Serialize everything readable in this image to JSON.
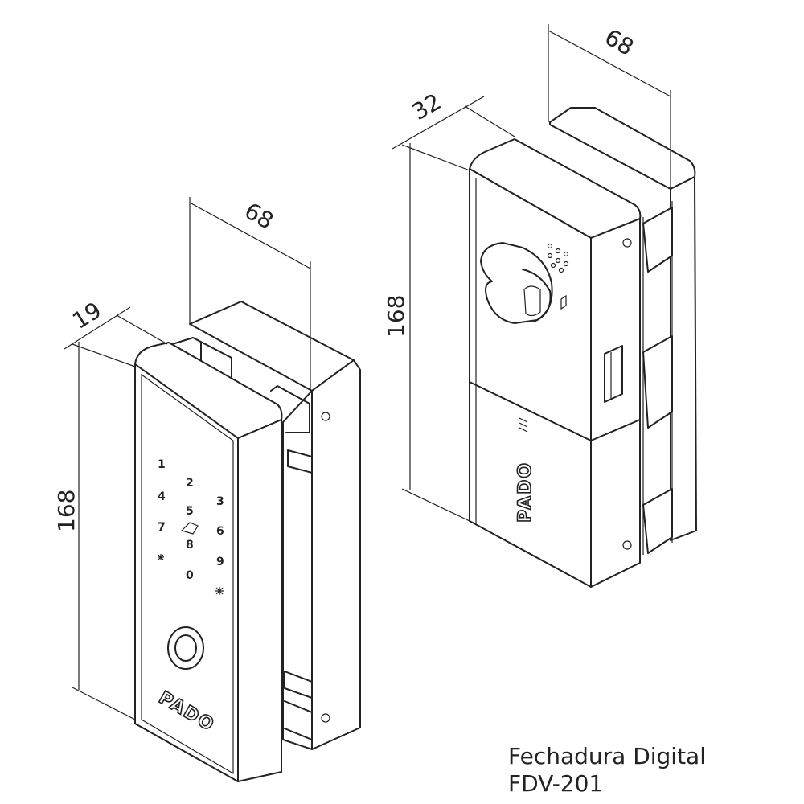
{
  "dimensions": {
    "left_height": "168",
    "left_depth": "19",
    "left_width": "68",
    "right_height": "168",
    "right_depth": "32",
    "right_width": "68"
  },
  "keypad": [
    "1",
    "2",
    "3",
    "4",
    "5",
    "6",
    "7",
    "8",
    "9",
    "0"
  ],
  "brand": "PADO",
  "caption": {
    "line1": "Fechadura Digital",
    "line2": "FDV-201"
  }
}
